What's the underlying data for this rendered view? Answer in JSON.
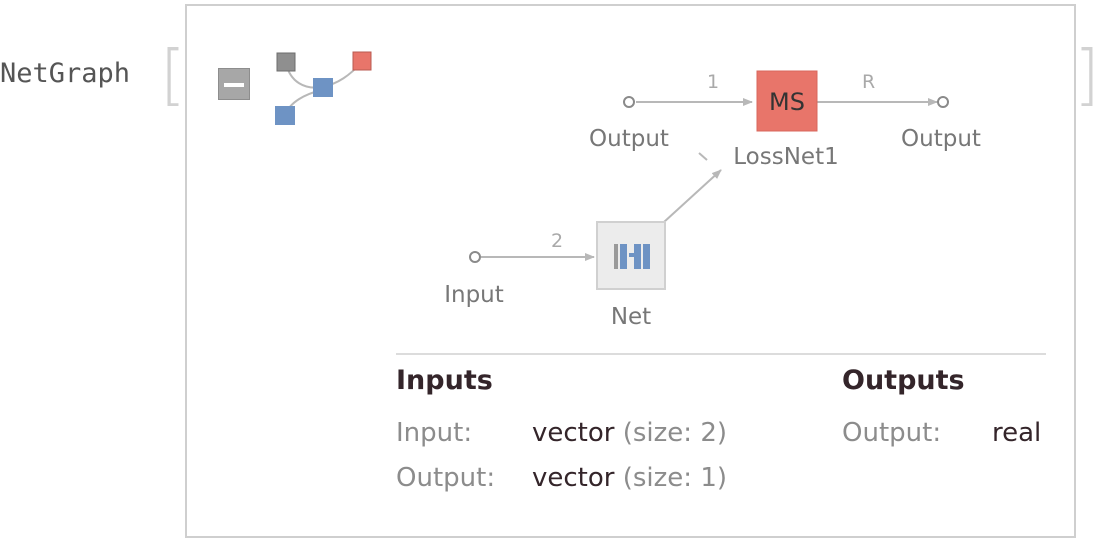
{
  "head_label": "NetGraph",
  "bracket_open": "[",
  "bracket_close": "]",
  "colors": {
    "loss_node": "#e8756a",
    "small_node_gray": "#8f8f8f",
    "small_node_blue": "#6e93c4",
    "small_node_red": "#e8756a",
    "edge": "#b8b8b8",
    "panel_border": "#cfcfcf"
  },
  "icons": {
    "collapse": "minus-square-icon",
    "thumbnail": "graph-thumbnail-icon",
    "net_layer": "layer-stack-icon"
  },
  "graph": {
    "nodes": {
      "loss": {
        "symbol": "MS",
        "label": "LossNet1"
      },
      "net": {
        "label": "Net"
      },
      "input_port": {
        "label": "Input"
      },
      "output_port_in": {
        "label": "Output"
      },
      "output_port_out": {
        "label": "Output"
      }
    },
    "edges": {
      "output_to_loss": "1",
      "input_to_net": "2",
      "loss_to_output": "R"
    }
  },
  "summary": {
    "inputs_title": "Inputs",
    "outputs_title": "Outputs",
    "inputs": [
      {
        "name": "Input:",
        "type": "vector",
        "size": "(size: 2)"
      },
      {
        "name": "Output:",
        "type": "vector",
        "size": "(size: 1)"
      }
    ],
    "outputs": [
      {
        "name": "Output:",
        "type": "real"
      }
    ]
  }
}
